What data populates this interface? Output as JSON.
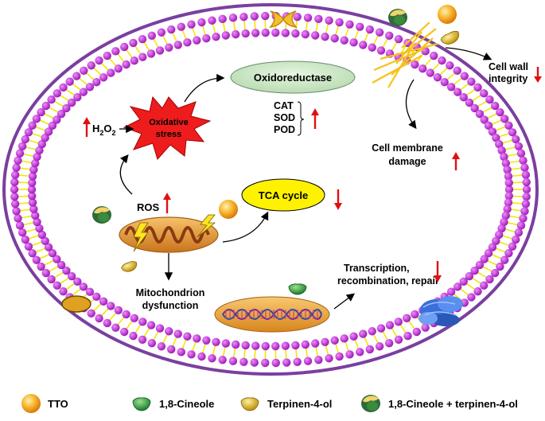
{
  "labels": {
    "oxidoreductase": "Oxidoreductase",
    "oxidative_line1": "Oxidative",
    "oxidative_line2": "stress",
    "h2o2": "H",
    "h2o2_sub": "2",
    "h2o2_o": "O",
    "h2o2_sub2": "2",
    "enzymes": [
      "CAT",
      "SOD",
      "POD"
    ],
    "ros": "ROS",
    "tca": "TCA cycle",
    "mito_line1": "Mitochondrion",
    "mito_line2": "dysfunction",
    "cell_wall_line1": "Cell wall",
    "cell_wall_line2": "integrity",
    "membrane_line1": "Cell membrane",
    "membrane_line2": "damage",
    "transcription_line1": "Transcription,",
    "transcription_line2": "recombination, repair"
  },
  "legend": [
    {
      "label": "TTO",
      "icon": "tto-sphere-icon"
    },
    {
      "label": "1,8-Cineole",
      "icon": "cineole-cup-icon"
    },
    {
      "label": "Terpinen-4-ol",
      "icon": "terpinen-cup-icon"
    },
    {
      "label": "1,8-Cineole + terpinen-4-ol",
      "icon": "combined-molecule-icon"
    }
  ],
  "colors": {
    "cell_wall": "#7a3fa0",
    "lipid_head": "#c02fd0",
    "lipid_tail": "#f2e600",
    "oxidative_burst": "#ee1c1c",
    "up_arrow": "#e01010",
    "down_arrow": "#e01010",
    "oxidoreductase_fill": "#cde8c8",
    "tca_fill": "#fff200",
    "mito_fill": "#e8a040",
    "tto": "#f6a21a",
    "cineole": "#1e9a3a",
    "terpinen": "#d4a600"
  }
}
